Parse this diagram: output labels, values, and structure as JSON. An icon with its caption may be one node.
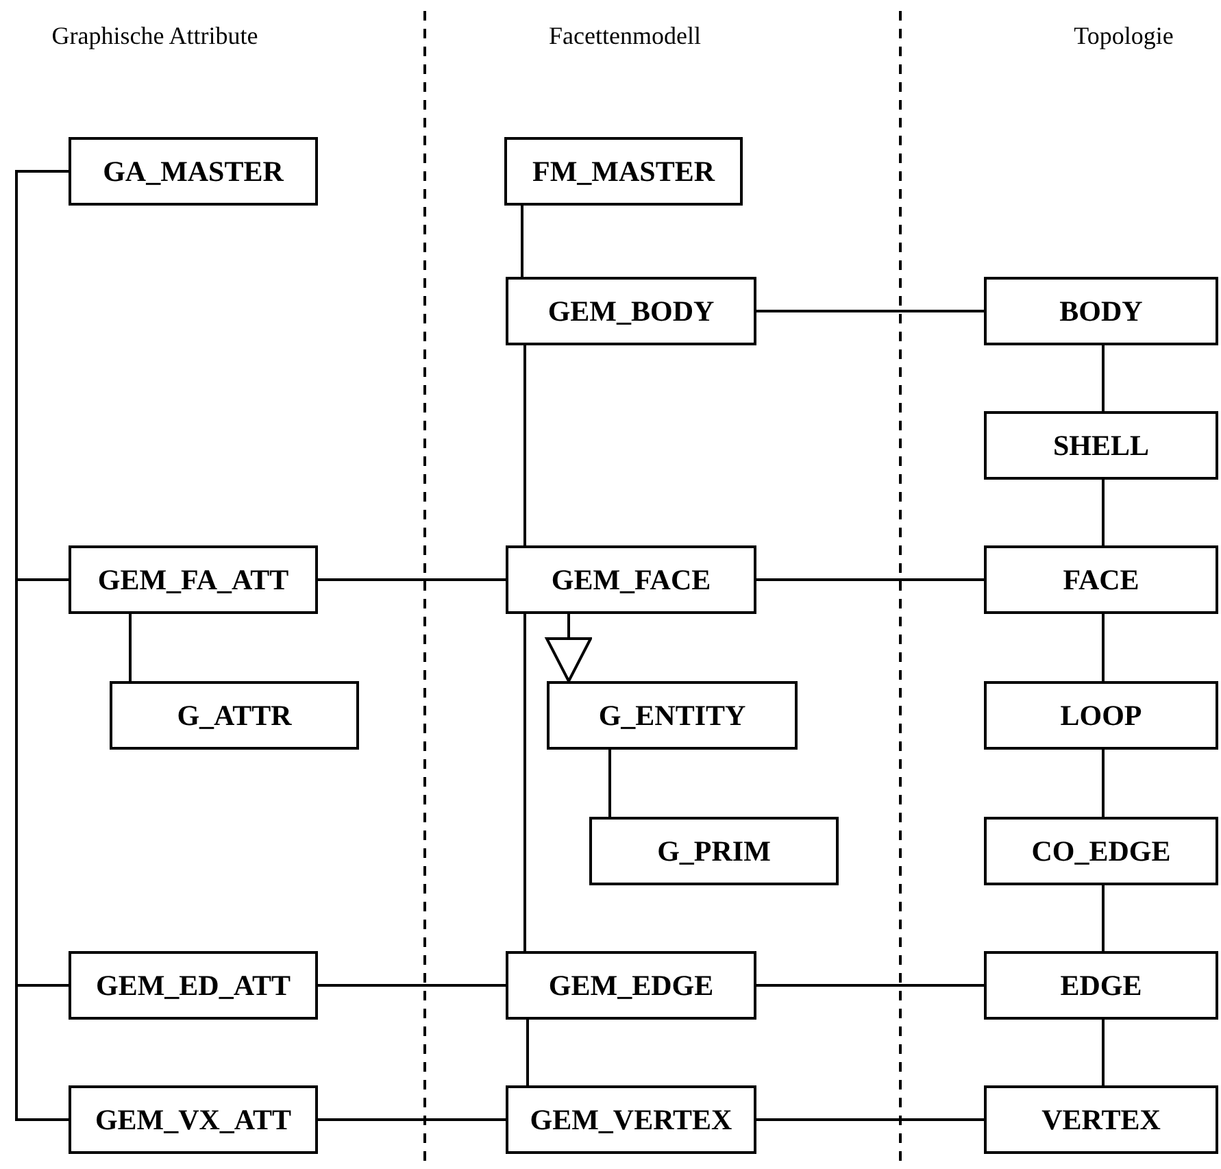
{
  "diagram": {
    "nodes": [
      {
        "text": [
          "GA_MASTER"
        ]
      },
      {
        "text": [
          "FM_MASTER"
        ]
      },
      {
        "text": [
          "GEM_BODY"
        ]
      },
      {
        "text": [
          "BODY"
        ]
      },
      {
        "text": [
          "SHELL"
        ]
      },
      {
        "text": [
          "GEM_FA_ATT"
        ]
      },
      {
        "text": [
          "GEM_FACE"
        ]
      },
      {
        "text": [
          "FACE"
        ]
      },
      {
        "text": [
          "G_ATTR"
        ]
      },
      {
        "text": [
          "G_ENTITY"
        ]
      },
      {
        "text": [
          "LOOP"
        ]
      },
      {
        "text": [
          "G_PRIM"
        ]
      },
      {
        "text": [
          "CO_EDGE"
        ]
      },
      {
        "text": [
          "GEM_ED_ATT"
        ]
      },
      {
        "text": [
          "GEM_EDGE"
        ]
      },
      {
        "text": [
          "EDGE"
        ]
      },
      {
        "text": [
          "GEM_VX_ATT"
        ]
      },
      {
        "text": [
          "GEM_VERTEX"
        ]
      },
      {
        "text": [
          "VERTEX"
        ]
      }
    ],
    "edges": [
      {
        "from": 0,
        "to": 5,
        "arrow": "none"
      },
      {
        "from": 0,
        "to": 13,
        "arrow": "none"
      },
      {
        "from": 0,
        "to": 16,
        "arrow": "none"
      },
      {
        "from": 1,
        "to": 2,
        "arrow": "none"
      },
      {
        "from": 2,
        "to": 3,
        "arrow": "none"
      },
      {
        "from": 3,
        "to": 4,
        "arrow": "none"
      },
      {
        "from": 4,
        "to": 7,
        "arrow": "none"
      },
      {
        "from": 5,
        "to": 6,
        "arrow": "none"
      },
      {
        "from": 6,
        "to": 7,
        "arrow": "none"
      },
      {
        "from": 2,
        "to": 6,
        "arrow": "none"
      },
      {
        "from": 6,
        "to": 9,
        "arrow": "to"
      },
      {
        "from": 5,
        "to": 8,
        "arrow": "none"
      },
      {
        "from": 9,
        "to": 11,
        "arrow": "none"
      },
      {
        "from": 6,
        "to": 14,
        "arrow": "none"
      },
      {
        "from": 7,
        "to": 10,
        "arrow": "none"
      },
      {
        "from": 10,
        "to": 12,
        "arrow": "none"
      },
      {
        "from": 12,
        "to": 15,
        "arrow": "none"
      },
      {
        "from": 13,
        "to": 14,
        "arrow": "none"
      },
      {
        "from": 14,
        "to": 15,
        "arrow": "none"
      },
      {
        "from": 14,
        "to": 17,
        "arrow": "none"
      },
      {
        "from": 15,
        "to": 18,
        "arrow": "none"
      },
      {
        "from": 16,
        "to": 17,
        "arrow": "none"
      },
      {
        "from": 17,
        "to": 18,
        "arrow": "none"
      }
    ],
    "labels": [
      "Graphische Attribute",
      "Facettenmodell",
      "Topologie"
    ]
  }
}
